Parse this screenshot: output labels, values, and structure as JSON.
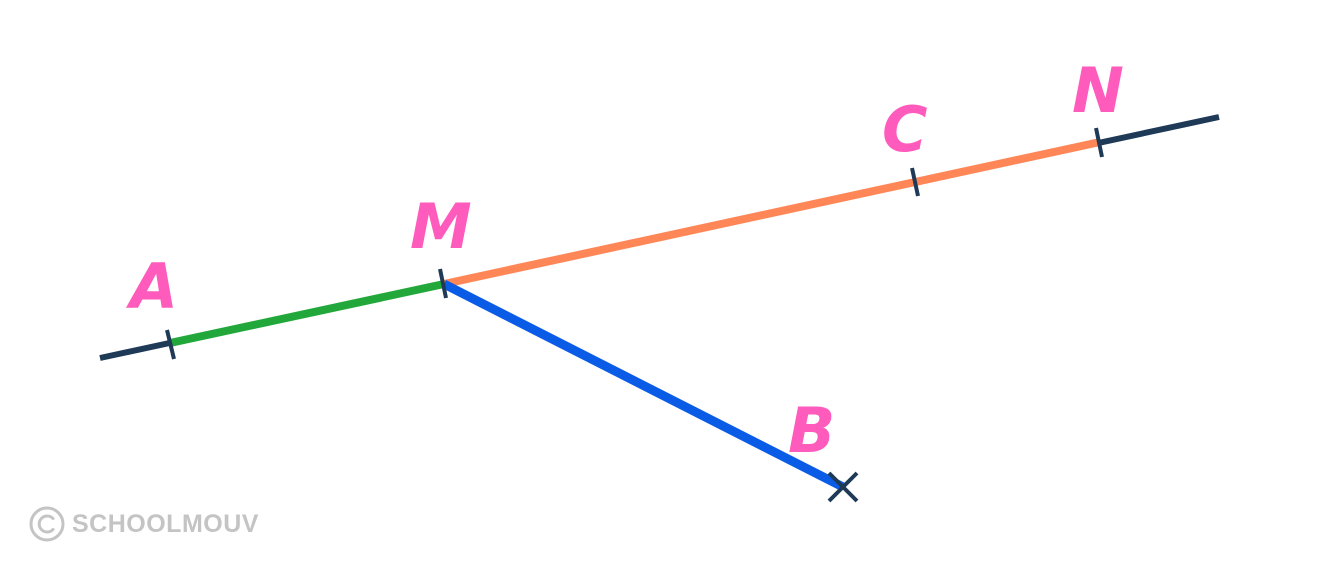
{
  "colors": {
    "background": "#ffffff",
    "line": "#1f3a57",
    "segment_am": "#22a83a",
    "segment_mn": "#ff8656",
    "segment_mb": "#0a5ce6",
    "label": "#ff5bbc",
    "watermark": "#c4c4c4"
  },
  "points": {
    "a": "A",
    "m": "M",
    "c": "C",
    "n": "N",
    "b": "B"
  },
  "watermark": {
    "icon": "copyright-icon",
    "text": "SCHOOLMOUV"
  }
}
